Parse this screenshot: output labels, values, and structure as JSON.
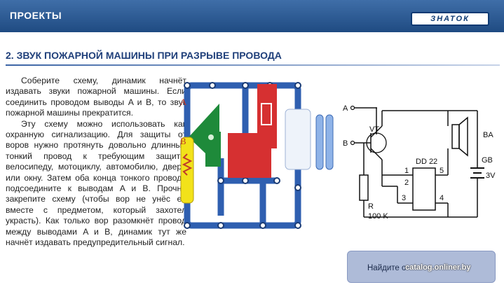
{
  "header": {
    "section": "ПРОЕКТЫ",
    "logo": "ЗНАТОК"
  },
  "project": {
    "title": "2. ЗВУК ПОЖАРНОЙ МАШИНЫ ПРИ РАЗРЫВЕ ПРОВОДА",
    "paragraph1": "Соберите схему, динамик начнёт издавать звуки пожарной машины. Если соединить проводом выводы A и B, то звук пожарной машины прекратится.",
    "paragraph2": "Эту схему можно использовать как охранную сигнализацию. Для защиты от воров нужно протянуть довольно длинный тонкий провод к требующим защиты велосипеду, мотоциклу, автомобилю, двери или окну. Затем оба конца тонкого провода подсоедините к выводам A и B. Прочно закрепите схему (чтобы вор не унёс её вместе с предметом, который захотел украсть). Как только вор разомкнёт провод между выводами A и B, динамик тут же начнёт издавать предупредительный сигнал."
  },
  "board": {
    "label_a": "A",
    "label_b": "B"
  },
  "schematic": {
    "label_a": "A",
    "label_b": "B",
    "transistor": "VT",
    "speaker": "BA",
    "chip": "DD 22",
    "pin1": "1",
    "pin2": "2",
    "pin3": "3",
    "pin4": "4",
    "pin5": "5",
    "resistor_name": "R",
    "resistor_value": "100 K",
    "battery_name": "GB",
    "battery_value": "3V"
  },
  "footer": {
    "find_text": "Найдите о",
    "watermark": "catalog.onliner.by"
  },
  "colors": {
    "header": "#2a5a94",
    "title": "#1f3f7a",
    "board_blue": "#2f5fb0",
    "green": "#1e8a3a",
    "red": "#d63031",
    "yellow": "#f2e21a"
  }
}
